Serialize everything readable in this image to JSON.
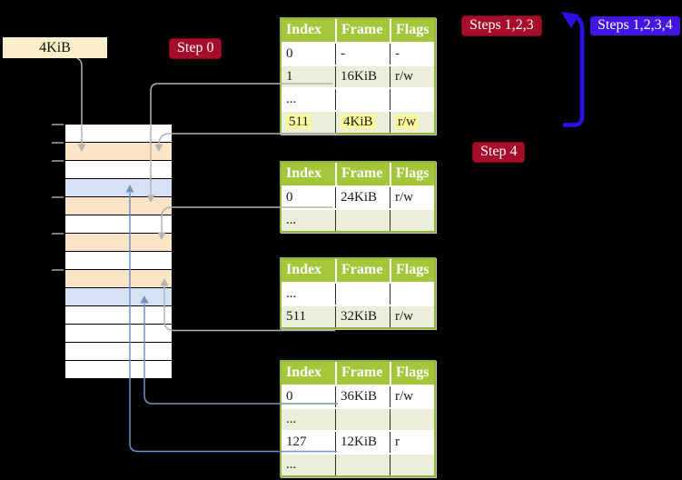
{
  "frame_size_label": "4KiB",
  "step_labels": {
    "step0": {
      "text": "Step 0",
      "color": "#a60d2b"
    },
    "steps123": {
      "text": "Steps 1,2,3",
      "color": "#a60d2b"
    },
    "steps1234": {
      "text": "Steps 1,2,3,4",
      "color": "#4315e0"
    },
    "step4": {
      "text": "Step 4",
      "color": "#a60d2b"
    }
  },
  "tables": [
    {
      "headers": [
        "Index",
        "Frame",
        "Flags"
      ],
      "rows": [
        {
          "cells": [
            "0",
            "-",
            "-"
          ],
          "shaded": false,
          "highlight": false
        },
        {
          "cells": [
            "1",
            "16KiB",
            "r/w"
          ],
          "shaded": true,
          "highlight": false
        },
        {
          "cells": [
            "...",
            "",
            ""
          ],
          "shaded": false,
          "highlight": false
        },
        {
          "cells": [
            "511",
            "4KiB",
            "r/w"
          ],
          "shaded": true,
          "highlight": true
        }
      ]
    },
    {
      "headers": [
        "Index",
        "Frame",
        "Flags"
      ],
      "rows": [
        {
          "cells": [
            "0",
            "24KiB",
            "r/w"
          ],
          "shaded": false,
          "highlight": false
        },
        {
          "cells": [
            "...",
            "",
            ""
          ],
          "shaded": true,
          "highlight": false
        }
      ]
    },
    {
      "headers": [
        "Index",
        "Frame",
        "Flags"
      ],
      "rows": [
        {
          "cells": [
            "...",
            "",
            ""
          ],
          "shaded": false,
          "highlight": false
        },
        {
          "cells": [
            "511",
            "32KiB",
            "r/w"
          ],
          "shaded": true,
          "highlight": false
        }
      ]
    },
    {
      "headers": [
        "Index",
        "Frame",
        "Flags"
      ],
      "rows": [
        {
          "cells": [
            "0",
            "36KiB",
            "r/w"
          ],
          "shaded": false,
          "highlight": false
        },
        {
          "cells": [
            "...",
            "",
            ""
          ],
          "shaded": true,
          "highlight": false
        },
        {
          "cells": [
            "127",
            "12KiB",
            "r"
          ],
          "shaded": false,
          "highlight": false
        },
        {
          "cells": [
            "...",
            "",
            ""
          ],
          "shaded": true,
          "highlight": false
        }
      ]
    }
  ],
  "memory_strip": {
    "rows": [
      "white",
      "peach",
      "white",
      "blue",
      "peach",
      "white",
      "peach",
      "white",
      "peach",
      "blue",
      "white",
      "white",
      "white",
      "white"
    ],
    "tick_count": 6
  },
  "colors": {
    "table_header": "#a5c63b",
    "table_shaded_row": "#e9efd8",
    "table_border": "#95b23c",
    "highlight_yellow": "#fdf89c",
    "badge_crimson": "#a60d2b",
    "badge_blue": "#4315e0",
    "loop_arrow_blue": "#2b10e8",
    "connector_gray": "#b3b3b3",
    "connector_blue": "#7191c4",
    "mem_peach": "#fce4c6",
    "mem_blue": "#d4e2f4",
    "frame_box_bg": "#fbeecb"
  }
}
